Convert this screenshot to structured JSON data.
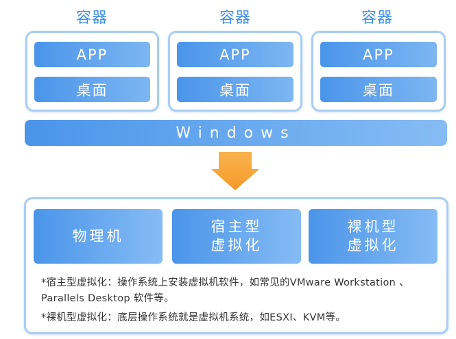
{
  "containers": [
    {
      "title": "容器",
      "app": "APP",
      "desktop": "桌面"
    },
    {
      "title": "容器",
      "app": "APP",
      "desktop": "桌面"
    },
    {
      "title": "容器",
      "app": "APP",
      "desktop": "桌面"
    }
  ],
  "os_bar": "Windows",
  "arrow_icon": "down-arrow-icon",
  "host_types": [
    {
      "lines": [
        "物理机"
      ]
    },
    {
      "lines": [
        "宿主型",
        "虚拟化"
      ]
    },
    {
      "lines": [
        "裸机型",
        "虚拟化"
      ]
    }
  ],
  "notes": [
    "*宿主型虚拟化：操作系统上安装虚拟机软件，如常见的VMware Workstation 、Parallels Desktop 软件等。",
    "*裸机型虚拟化：底层操作系统就是虚拟机系统，如ESXI、KVM等。"
  ],
  "colors": {
    "accent": "#4a95ea",
    "accent_light": "#86bcf4",
    "border": "#a9cdf4",
    "arrow": "#f7a539"
  }
}
